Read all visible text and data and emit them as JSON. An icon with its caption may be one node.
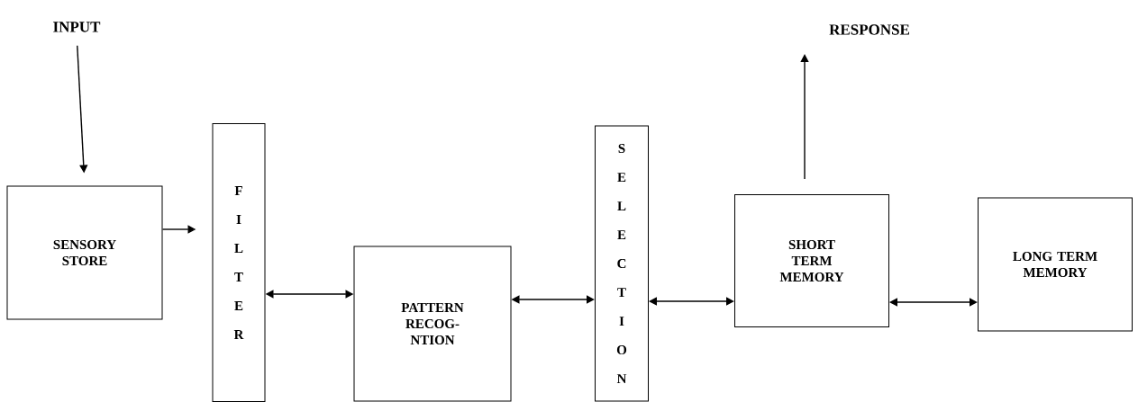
{
  "diagram": {
    "nodes": [
      {
        "text": [
          "INPUT"
        ]
      },
      {
        "text": [
          "SENSORY STORE"
        ]
      },
      {
        "text": [
          "FILTER"
        ]
      },
      {
        "text": [
          "PATTERN RECOG-NTION"
        ]
      },
      {
        "text": [
          "SELECTION"
        ]
      },
      {
        "text": [
          "SHORT TERM MEMORY"
        ]
      },
      {
        "text": [
          "LONG TERM MEMORY"
        ]
      },
      {
        "text": [
          "RESPONSE"
        ]
      }
    ],
    "edges": [
      {
        "from": 0,
        "to": 1,
        "arrow": "to"
      },
      {
        "from": 1,
        "to": 2,
        "arrow": "to"
      },
      {
        "from": 2,
        "to": 3,
        "arrow": "both"
      },
      {
        "from": 3,
        "to": 4,
        "arrow": "both"
      },
      {
        "from": 4,
        "to": 5,
        "arrow": "both"
      },
      {
        "from": 5,
        "to": 6,
        "arrow": "both"
      },
      {
        "from": 5,
        "to": 7,
        "arrow": "to"
      }
    ]
  }
}
